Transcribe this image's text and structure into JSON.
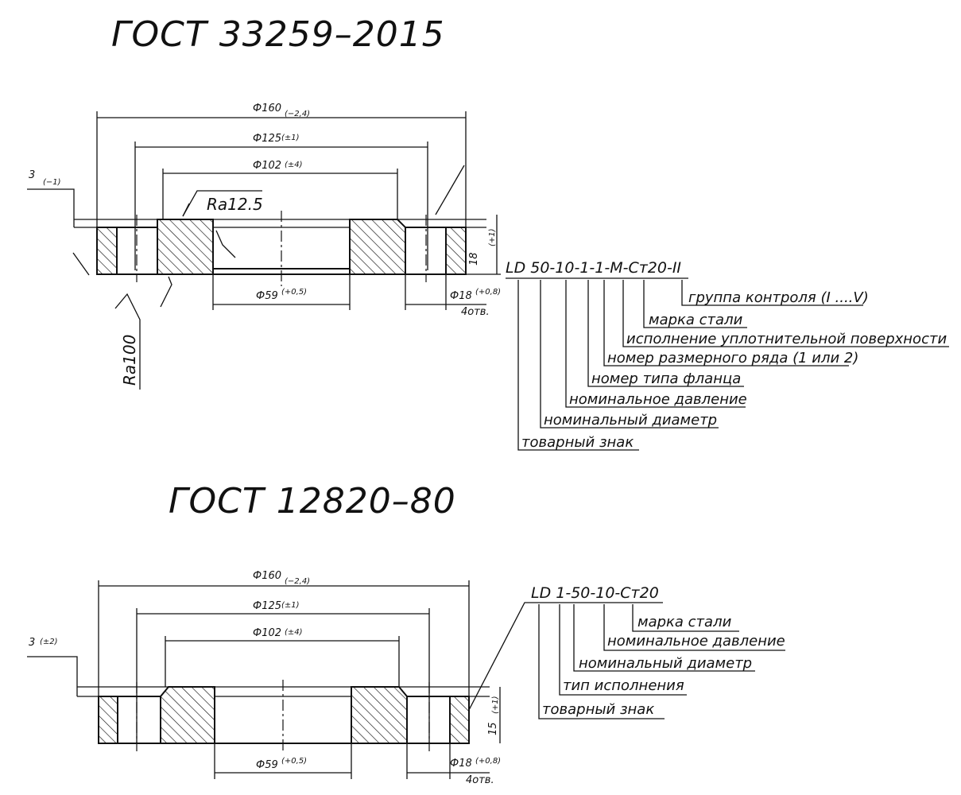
{
  "top": {
    "title": "ГОСТ 33259–2015",
    "dims": {
      "d160": "Ф160",
      "d160_tol": "(−2,4)",
      "d125": "Ф125",
      "d125_tol": "(±1)",
      "d102": "Ф102",
      "d102_tol": "(±4)",
      "d59": "Ф59",
      "d59_tol": "(+0,5)",
      "d18": "Ф18",
      "d18_tol": "(+0,8)",
      "holes": "4отв.",
      "thk": "3",
      "thk_tol": "(−1)",
      "h": "18",
      "h_tol": "(+1)"
    },
    "ra1": "Ra12.5",
    "ra2": "Ra100",
    "code": "LD 50-10-1-1-M-Ст20-II",
    "labels": [
      "группа контроля (I ....V)",
      "марка стали",
      "исполнение уплотнительной поверхности",
      "номер размерного ряда (1 или 2)",
      "номер типа фланца",
      "номинальное давление",
      "номинальный диаметр",
      "товарный знак"
    ]
  },
  "bottom": {
    "title": "ГОСТ 12820–80",
    "dims": {
      "d160": "Ф160",
      "d160_tol": "(−2,4)",
      "d125": "Ф125",
      "d125_tol": "(±1)",
      "d102": "Ф102",
      "d102_tol": "(±4)",
      "d59": "Ф59",
      "d59_tol": "(+0,5)",
      "d18": "Ф18",
      "d18_tol": "(+0,8)",
      "holes": "4отв.",
      "thk": "3",
      "thk_tol": "(±2)",
      "h": "15",
      "h_tol": "(+1)"
    },
    "code": "LD 1-50-10-Ст20",
    "labels": [
      "марка стали",
      "номинальное давление",
      "номинальный диаметр",
      "тип исполнения",
      "товарный знак"
    ]
  }
}
